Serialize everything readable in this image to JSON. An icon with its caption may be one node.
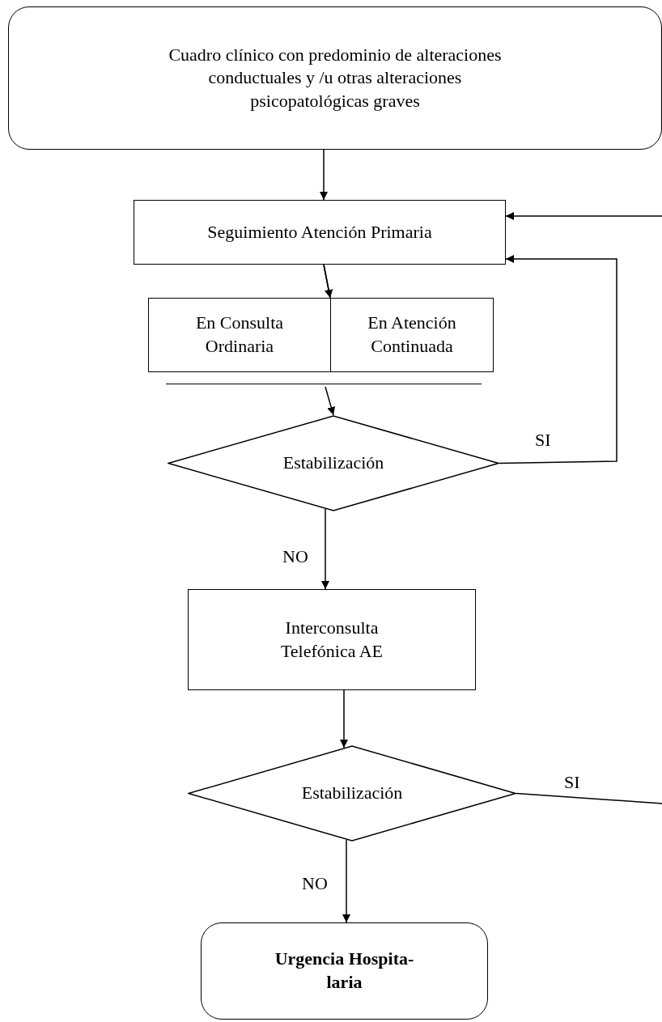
{
  "diagram": {
    "nodes": [
      {
        "text": [
          "Cuadro clínico con predominio de alteraciones conductuales y /u otras alteraciones psicopatológicas graves"
        ]
      },
      {
        "text": [
          "Seguimiento Atención Primaria"
        ]
      },
      {
        "text": [
          "En Consulta Ordinaria"
        ]
      },
      {
        "text": [
          "En Atención Continuada"
        ]
      },
      {
        "text": [],
        "shape": "bar"
      },
      {
        "text": [
          "Estabilización"
        ]
      },
      {
        "text": [
          "Interconsulta Telefónica AE"
        ]
      },
      {
        "text": [
          "Estabilización"
        ]
      },
      {
        "text": [
          "Urgencia Hospita- laria"
        ]
      }
    ],
    "edges": [
      {
        "from": 0,
        "to": 1,
        "arrow": "to"
      },
      {
        "from": 1,
        "to": 2,
        "arrow": "to"
      },
      {
        "from": 1,
        "to": 3,
        "arrow": "to"
      },
      {
        "from": 4,
        "to": 5,
        "arrow": "to"
      },
      {
        "from": 5,
        "to": 1,
        "arrow": "to",
        "label": "SI"
      },
      {
        "from": 5,
        "to": 6,
        "arrow": "to",
        "label": "NO"
      },
      {
        "from": 6,
        "to": 7,
        "arrow": "to"
      },
      {
        "from": 7,
        "to": null,
        "arrow": "none",
        "label": "SI"
      },
      {
        "from": null,
        "to": 1,
        "arrow": "to"
      },
      {
        "from": 7,
        "to": 8,
        "arrow": "to",
        "label": "NO"
      }
    ]
  }
}
